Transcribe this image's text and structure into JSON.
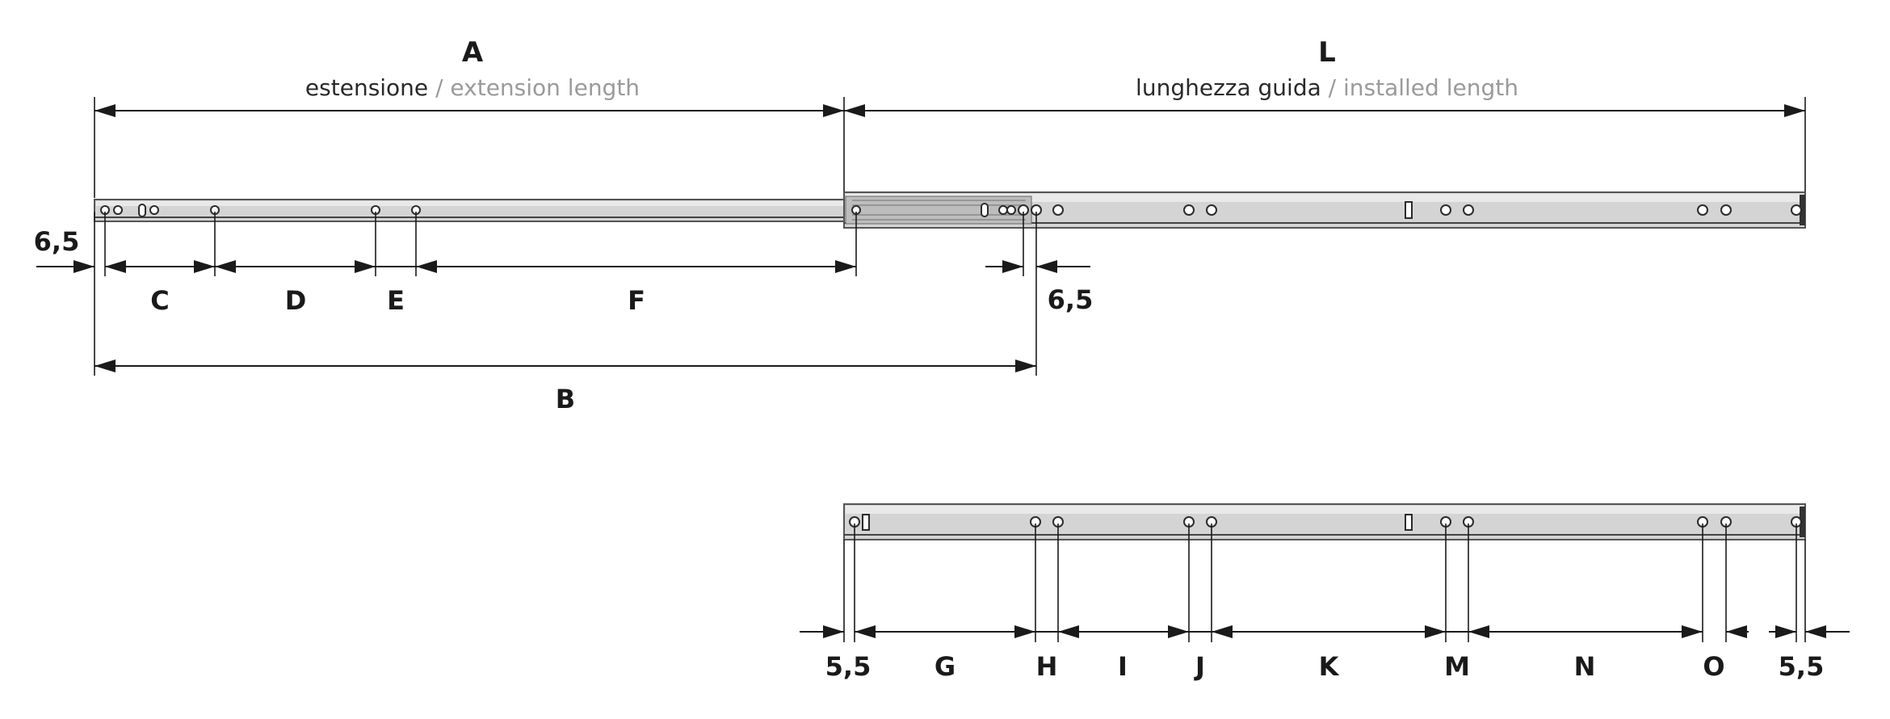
{
  "top_labels": {
    "a_letter": "A",
    "a_it": "estensione",
    "a_sep": " / ",
    "a_en": "extension length",
    "l_letter": "L",
    "l_it": "lunghezza guida",
    "l_sep": " / ",
    "l_en": "installed length"
  },
  "upper_dims": {
    "left_offset": "6,5",
    "c": "C",
    "d": "D",
    "e": "E",
    "f": "F",
    "right_offset": "6,5",
    "b": "B"
  },
  "lower_dims": {
    "left_offset": "5,5",
    "g": "G",
    "h": "H",
    "i": "I",
    "j": "J",
    "k": "K",
    "m": "M",
    "n": "N",
    "o": "O",
    "right_offset": "5,5"
  }
}
